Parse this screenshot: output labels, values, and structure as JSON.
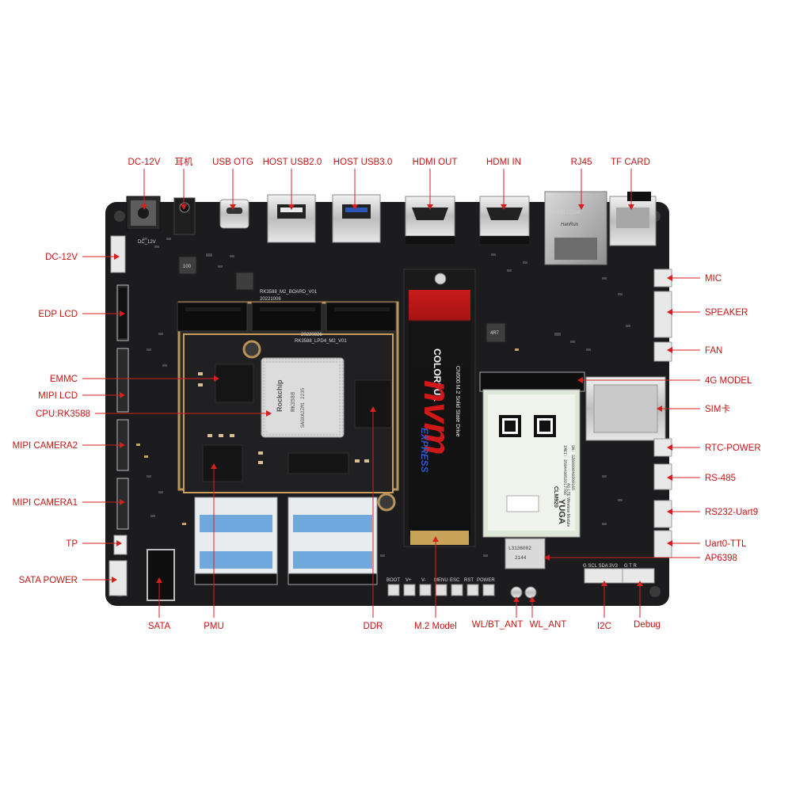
{
  "labels": {
    "dc_12v_top": "DC-12V",
    "headphone": "耳机",
    "usb_otg": "USB OTG",
    "host_usb2": "HOST USB2.0",
    "host_usb3": "HOST USB3.0",
    "hdmi_out": "HDMI OUT",
    "hdmi_in": "HDMI IN",
    "rj45": "RJ45",
    "tf_card": "TF CARD",
    "dc_12v_left": "DC-12V",
    "edp_lcd": "EDP LCD",
    "emmc": "EMMC",
    "mipi_lcd": "MIPI LCD",
    "cpu": "CPU:RK3588",
    "mipi_camera2": "MIPI CAMERA2",
    "mipi_camera1": "MIPI CAMERA1",
    "tp": "TP",
    "sata_power": "SATA POWER",
    "mic": "MIC",
    "speaker": "SPEAKER",
    "fan": "FAN",
    "model_4g": "4G MODEL",
    "sim": "SIM卡",
    "rtc_power": "RTC-POWER",
    "rs485": "RS-485",
    "rs232": "RS232-Uart9",
    "uart0": "Uart0-TTL",
    "ap6398": "AP6398",
    "sata": "SATA",
    "pmu": "PMU",
    "ddr": "DDR",
    "m2_model": "M.2 Model",
    "wl_bt_ant": "WL/BT_ANT",
    "wl_ant": "WL_ANT",
    "i2c": "I2C",
    "debug": "Debug"
  },
  "silkscreen": {
    "board_name": "RK3588_M2_BOARD_V01",
    "board_date": "20221006",
    "som_name": "RK3588_LPD4_M2_V01",
    "som_date": "20220826",
    "chip_brand": "Rockchip",
    "chip_model": "RK3588",
    "chip_code": "SAGXA2ZM1 2235",
    "dc_label": "DC_12V",
    "ssd_brand": "COLORFUL",
    "ssd_model": "CN600 M.2 Solid State Drive",
    "ssd_logo": "nvm",
    "ssd_logo_sub": "EXPRESS",
    "lte_brand": "YUGA",
    "lte_desc": "4G LTE Wireless Module",
    "lte_model": "CLM920",
    "lte_imei": "IMEI: 358443052217766",
    "lte_sn": "SN: SZ6099040200165",
    "wifi_code": "L3136002",
    "wifi_num": "2144",
    "rj45_brand": "HanRun",
    "rj45_code": "HY911130A",
    "buttons": [
      "BOOT",
      "V+",
      "V-",
      "MENU",
      "ESC",
      "RST",
      "POWER"
    ],
    "i2c_pins": "G SCL SDA 3V3",
    "debug_pins": "G T R",
    "inductor_code": "4R7",
    "pmu_inductor": "100"
  },
  "colors": {
    "label_red": "#c81414",
    "pcb": "#1c1c1e",
    "gold_frame": "#b8935a",
    "ssd_red": "#c01818"
  }
}
